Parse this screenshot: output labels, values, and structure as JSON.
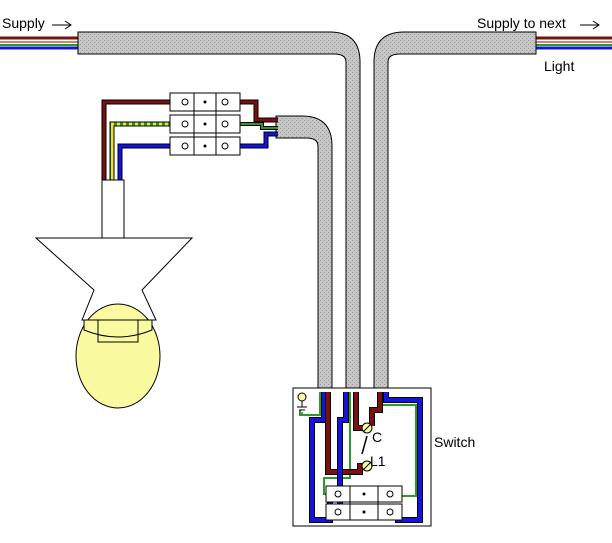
{
  "labels": {
    "supply": "Supply",
    "supply_next": "Supply to next",
    "light": "Light",
    "switch": "Switch",
    "terminal_c": "C",
    "terminal_l1": "L1"
  },
  "colors": {
    "cable_sheath": "#c8c8c8",
    "live_brown": "#7a1010",
    "neutral_blue": "#1414dc",
    "earth_green": "#2a9a2a",
    "earth_yellow": "#e8e040",
    "bulb_glass": "#fafaa0",
    "block_white": "#ffffff",
    "outline": "#000000"
  },
  "icons": [
    "arrow-right-icon",
    "earth-symbol-icon",
    "screw-terminal-icon",
    "light-bulb-icon"
  ]
}
